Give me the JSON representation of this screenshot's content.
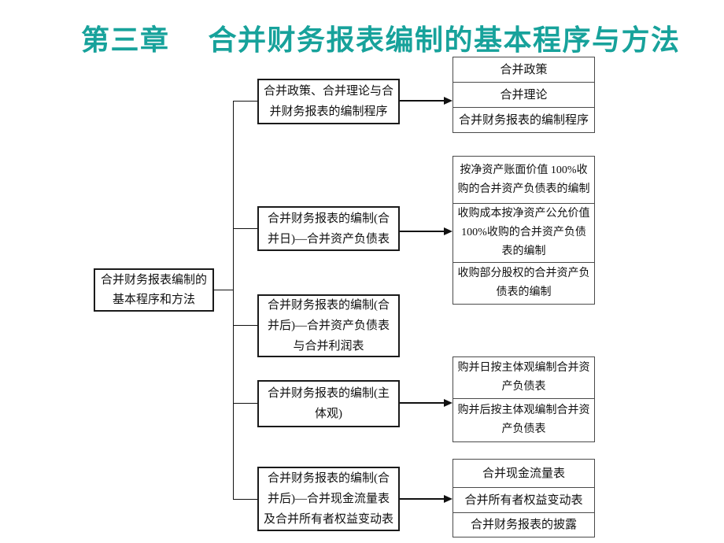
{
  "title": {
    "text": "第三章　 合并财务报表编制的基本程序与方法",
    "color": "#17A29B"
  },
  "root": {
    "text": "合并财务报表编制的\n基本程序和方法"
  },
  "middle_nodes": [
    {
      "id": "m1",
      "text": "合并政策、合并理论与合\n并财务报表的编制程序"
    },
    {
      "id": "m2",
      "text": "合并财务报表的编制(合\n并日)—合并资产负债表"
    },
    {
      "id": "m3",
      "text": "合并财务报表的编制(合\n并后)—合并资产负债表\n与合并利润表"
    },
    {
      "id": "m4",
      "text": "合并财务报表的编制(主\n体观)"
    },
    {
      "id": "m5",
      "text": "合并财务报表的编制(合\n并后)—合并现金流量表\n及合并所有者权益变动表"
    }
  ],
  "right_groups": [
    {
      "source": "m1",
      "cells": [
        "合并政策",
        "合并理论",
        "合并财务报表的编制程序"
      ]
    },
    {
      "source": "m2",
      "cells": [
        "按净资产账面价值 100%收\n购的合并资产负债表的编制",
        "收购成本按净资产公允价值\n100%收购的合并资产负债\n表的编制",
        "收购部分股权的合并资产负\n债表的编制"
      ]
    },
    {
      "source": "m4",
      "cells": [
        "购并日按主体观编制合并资\n产负债表",
        "购并后按主体观编制合并资\n产负债表"
      ]
    },
    {
      "source": "m5",
      "cells": [
        "合并现金流量表",
        "合并所有者权益变动表",
        "合并财务报表的披露"
      ]
    }
  ]
}
